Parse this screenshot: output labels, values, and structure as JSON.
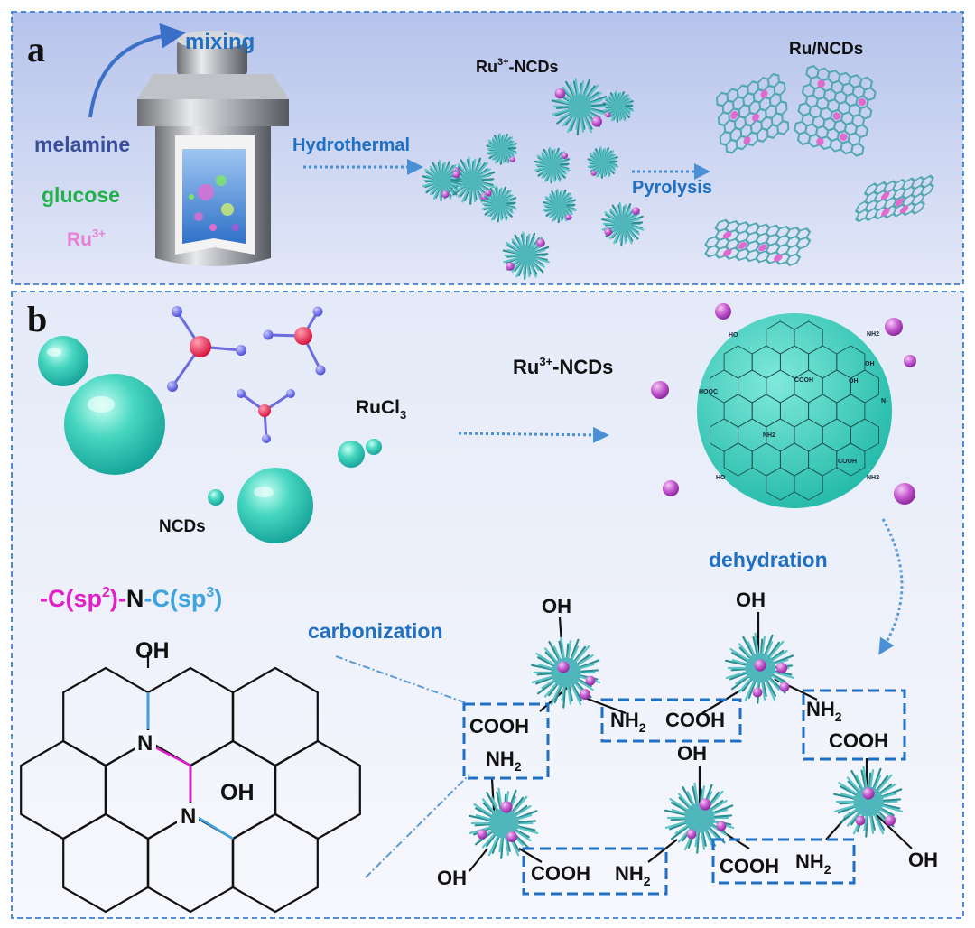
{
  "panel_a": {
    "letter": "a",
    "mixing": "mixing",
    "melamine": "melamine",
    "glucose": "glucose",
    "ru3_base": "Ru",
    "ru3_sup": "3+",
    "hydrothermal": "Hydrothermal",
    "pyrolysis": "Pyrolysis",
    "ru3_ncds_base": "Ru",
    "ru3_ncds_sup": "3+",
    "ru3_ncds_rest": "-NCDs",
    "ru_ncds": "Ru/NCDs"
  },
  "panel_b": {
    "letter": "b",
    "rucl3_base": "RuCl",
    "rucl3_sub": "3",
    "ncds": "NCDs",
    "ru3_ncds_base": "Ru",
    "ru3_ncds_sup": "3+",
    "ru3_ncds_rest": "-NCDs",
    "dehydration": "dehydration",
    "carbonization": "carbonization",
    "formula": {
      "p1": "-C(sp",
      "p1_sup": "2",
      "p1_end": ")-",
      "n": "N",
      "p2": "-C(sp",
      "p2_sup": "3",
      "p2_end": ")"
    },
    "structure_labels": {
      "oh_top": "OH",
      "oh_mid": "OH",
      "n1": "N",
      "n2": "N"
    },
    "sphere_labels": {
      "hooc": "HOOC",
      "oh": "HO",
      "nh2": "NH2",
      "cooh": "COOH",
      "oh2": "OH",
      "n": "N"
    },
    "network": {
      "oh1": "OH",
      "oh2": "OH",
      "oh3": "OH",
      "oh4": "OH",
      "oh5": "OH",
      "box1_a": "COOH",
      "box1_b": "NH",
      "box1_b_sub": "2",
      "box2_a": "NH",
      "box2_a_sub": "2",
      "box2_b": "COOH",
      "box3_a": "NH",
      "box3_a_sub": "2",
      "box3_b": "COOH",
      "box4_a": "COOH",
      "box4_b": "NH",
      "box4_b_sub": "2",
      "box5_a": "COOH",
      "box5_b": "NH",
      "box5_b_sub": "2"
    }
  },
  "colors": {
    "panel_a_bg_top": "#b9c6ec",
    "panel_b_bg": "#eef2fb",
    "border": "#3b7fd4",
    "label_blue": "#1f6fc2",
    "melamine": "#3a4f9a",
    "glucose": "#22b04a",
    "ru3": "#e67fd6",
    "magenta": "#e020c8",
    "sp3_blue": "#3fa3e0",
    "ru_sphere": "#b14fc4",
    "teal": "#3fd3c2"
  }
}
